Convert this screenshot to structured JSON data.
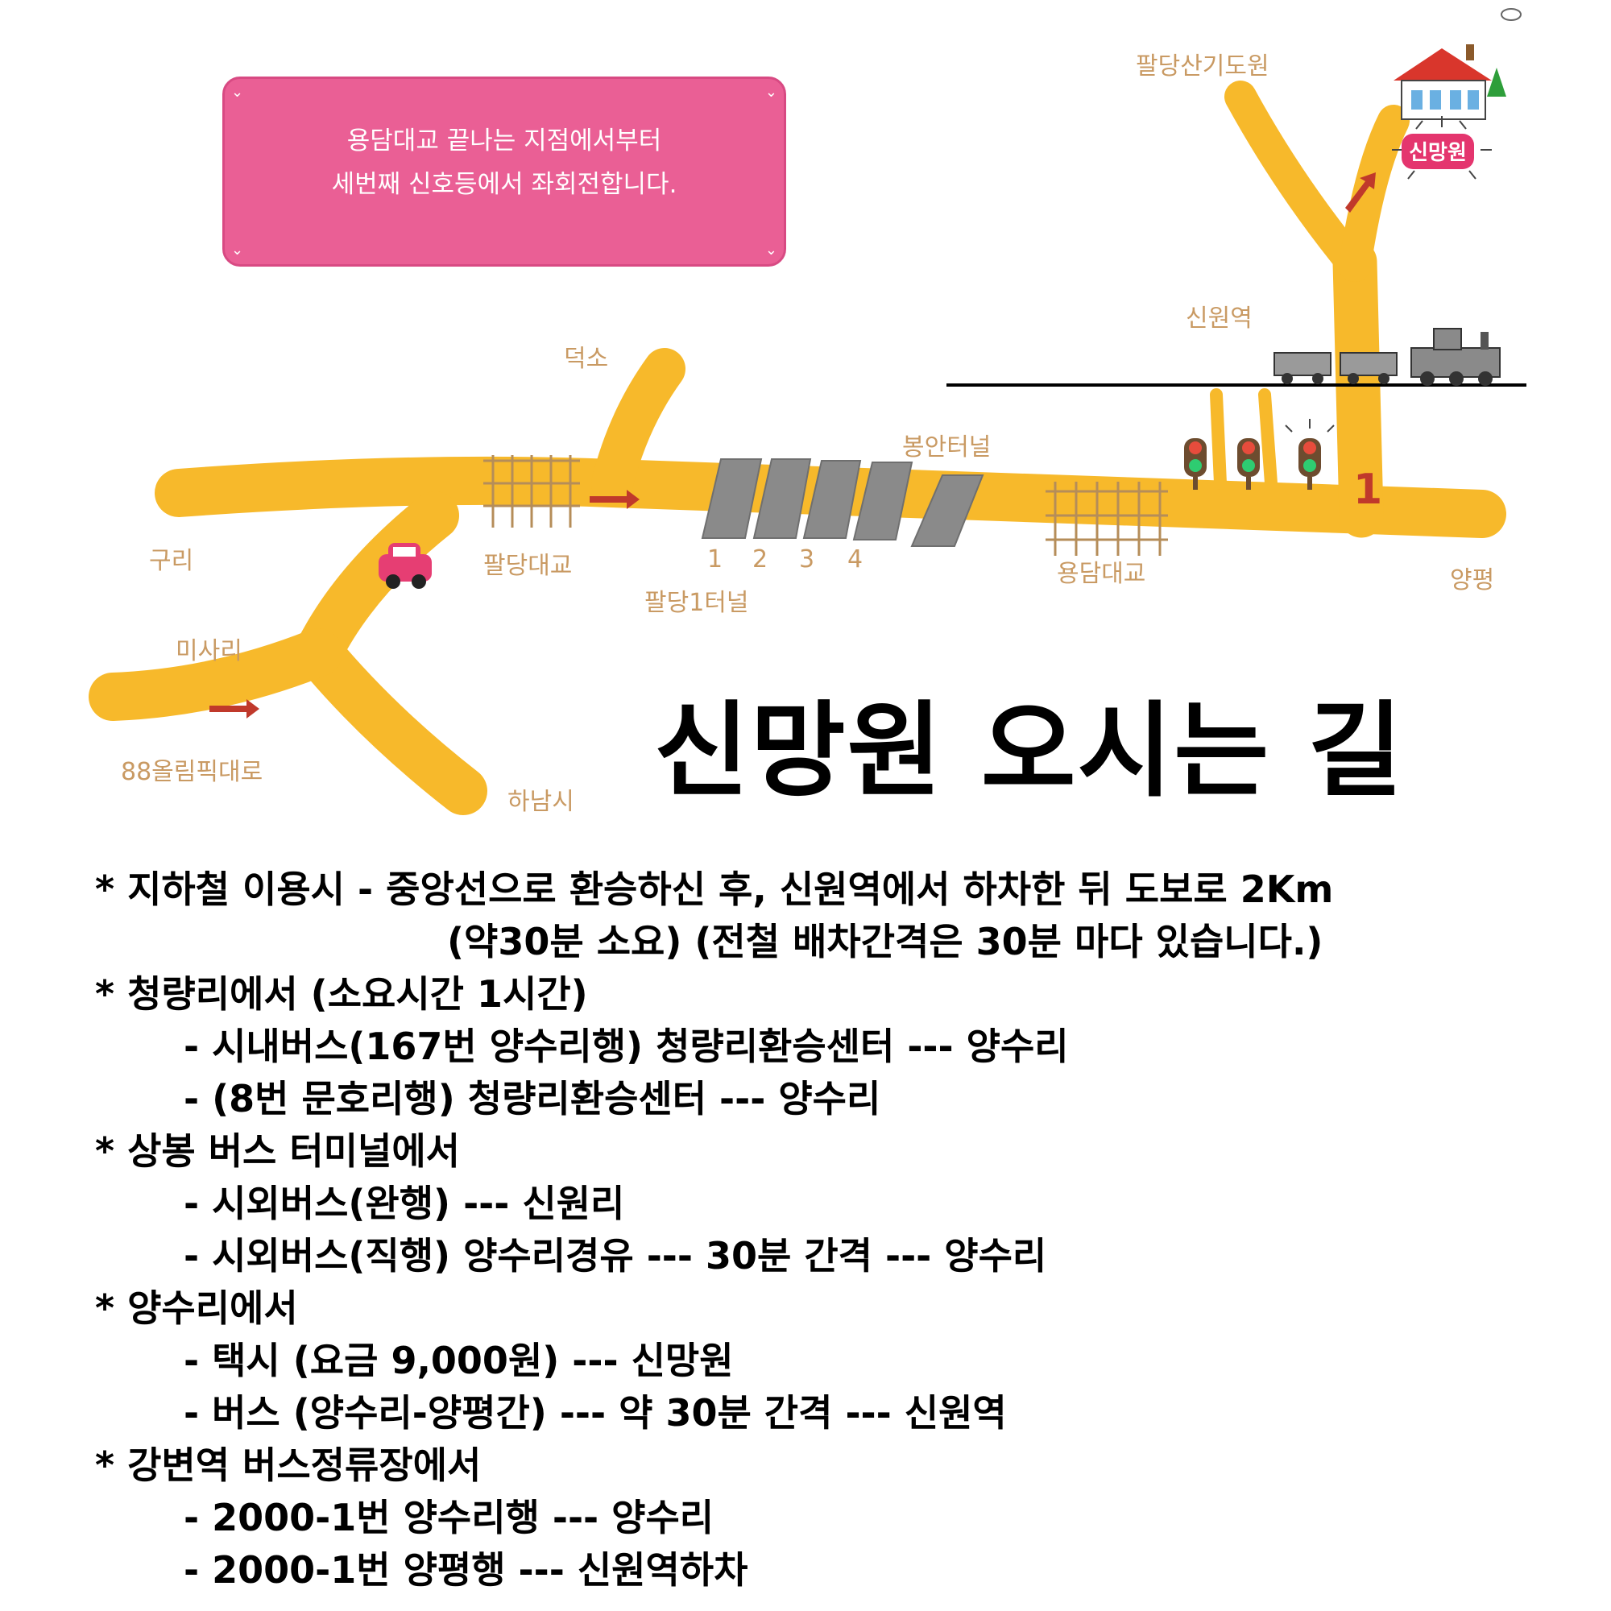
{
  "notice": {
    "line1": "용담대교 끝나는 지점에서부터",
    "line2": "세번째 신호등에서 좌회전합니다."
  },
  "map_labels": {
    "palmdang_sanggi": "팔당산기도원",
    "shinmangwon_badge": "신망원",
    "shinwon_station": "신원역",
    "deokso": "덕소",
    "bongan_tunnel": "봉안터널",
    "guri": "구리",
    "paldang_bridge": "팔당대교",
    "tunnel_numbers": [
      "1",
      "2",
      "3",
      "4"
    ],
    "paldang1_tunnel": "팔당1터널",
    "yongdam_bridge": "용담대교",
    "yangpyeong": "양평",
    "misari": "미사리",
    "olympic_road": "88올림픽대로",
    "hanam": "하남시",
    "signal_number": "1"
  },
  "title": "신망원 오시는 길",
  "directions": [
    {
      "type": "head",
      "text": "* 지하철 이용시 - 중앙선으로 환승하신 후, 신원역에서 하차한 뒤 도보로 2Km"
    },
    {
      "type": "cont",
      "text": "(약30분 소요) (전철 배차간격은 30분 마다 있습니다.)"
    },
    {
      "type": "head",
      "text": "* 청량리에서 (소요시간 1시간)"
    },
    {
      "type": "sub",
      "text": "- 시내버스(167번 양수리행) 청량리환승센터 --- 양수리"
    },
    {
      "type": "sub",
      "text": "- (8번 문호리행) 청량리환승센터 --- 양수리"
    },
    {
      "type": "head",
      "text": "* 상봉 버스 터미널에서"
    },
    {
      "type": "sub",
      "text": "- 시외버스(완행) --- 신원리"
    },
    {
      "type": "sub",
      "text": "- 시외버스(직행) 양수리경유 --- 30분 간격 --- 양수리"
    },
    {
      "type": "head",
      "text": "* 양수리에서"
    },
    {
      "type": "sub",
      "text": "- 택시 (요금 9,000원) --- 신망원"
    },
    {
      "type": "sub",
      "text": "- 버스 (양수리-양평간) --- 약 30분 간격 --- 신원역"
    },
    {
      "type": "head",
      "text": "* 강변역 버스정류장에서"
    },
    {
      "type": "sub",
      "text": "- 2000-1번 양수리행 --- 양수리"
    },
    {
      "type": "sub",
      "text": "- 2000-1번 양평행 --- 신원역하차"
    }
  ],
  "colors": {
    "road": "#f7b92b",
    "label": "#c99a63",
    "notice_bg": "#ea5f95",
    "arrow": "#c0392b",
    "tunnel": "#8a8a8a"
  }
}
